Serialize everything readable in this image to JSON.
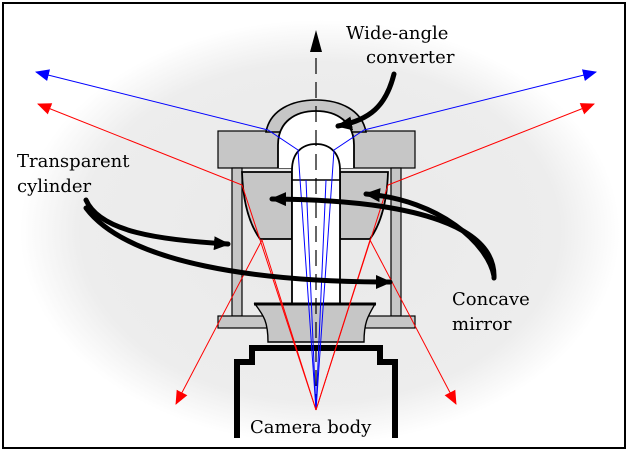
{
  "labels": {
    "wide_angle_line1": "Wide-angle",
    "wide_angle_line2": "converter",
    "transparent_line1": "Transparent",
    "transparent_line2": "cylinder",
    "concave_line1": "Concave",
    "concave_line2": "mirror",
    "camera_body": "Camera body"
  },
  "colors": {
    "frame": "#000000",
    "background_glow": "#ededed",
    "housing_gray": "#c6c6c6",
    "ray_red": "#ff0000",
    "ray_blue": "#0000ff",
    "axis": "#000000"
  }
}
